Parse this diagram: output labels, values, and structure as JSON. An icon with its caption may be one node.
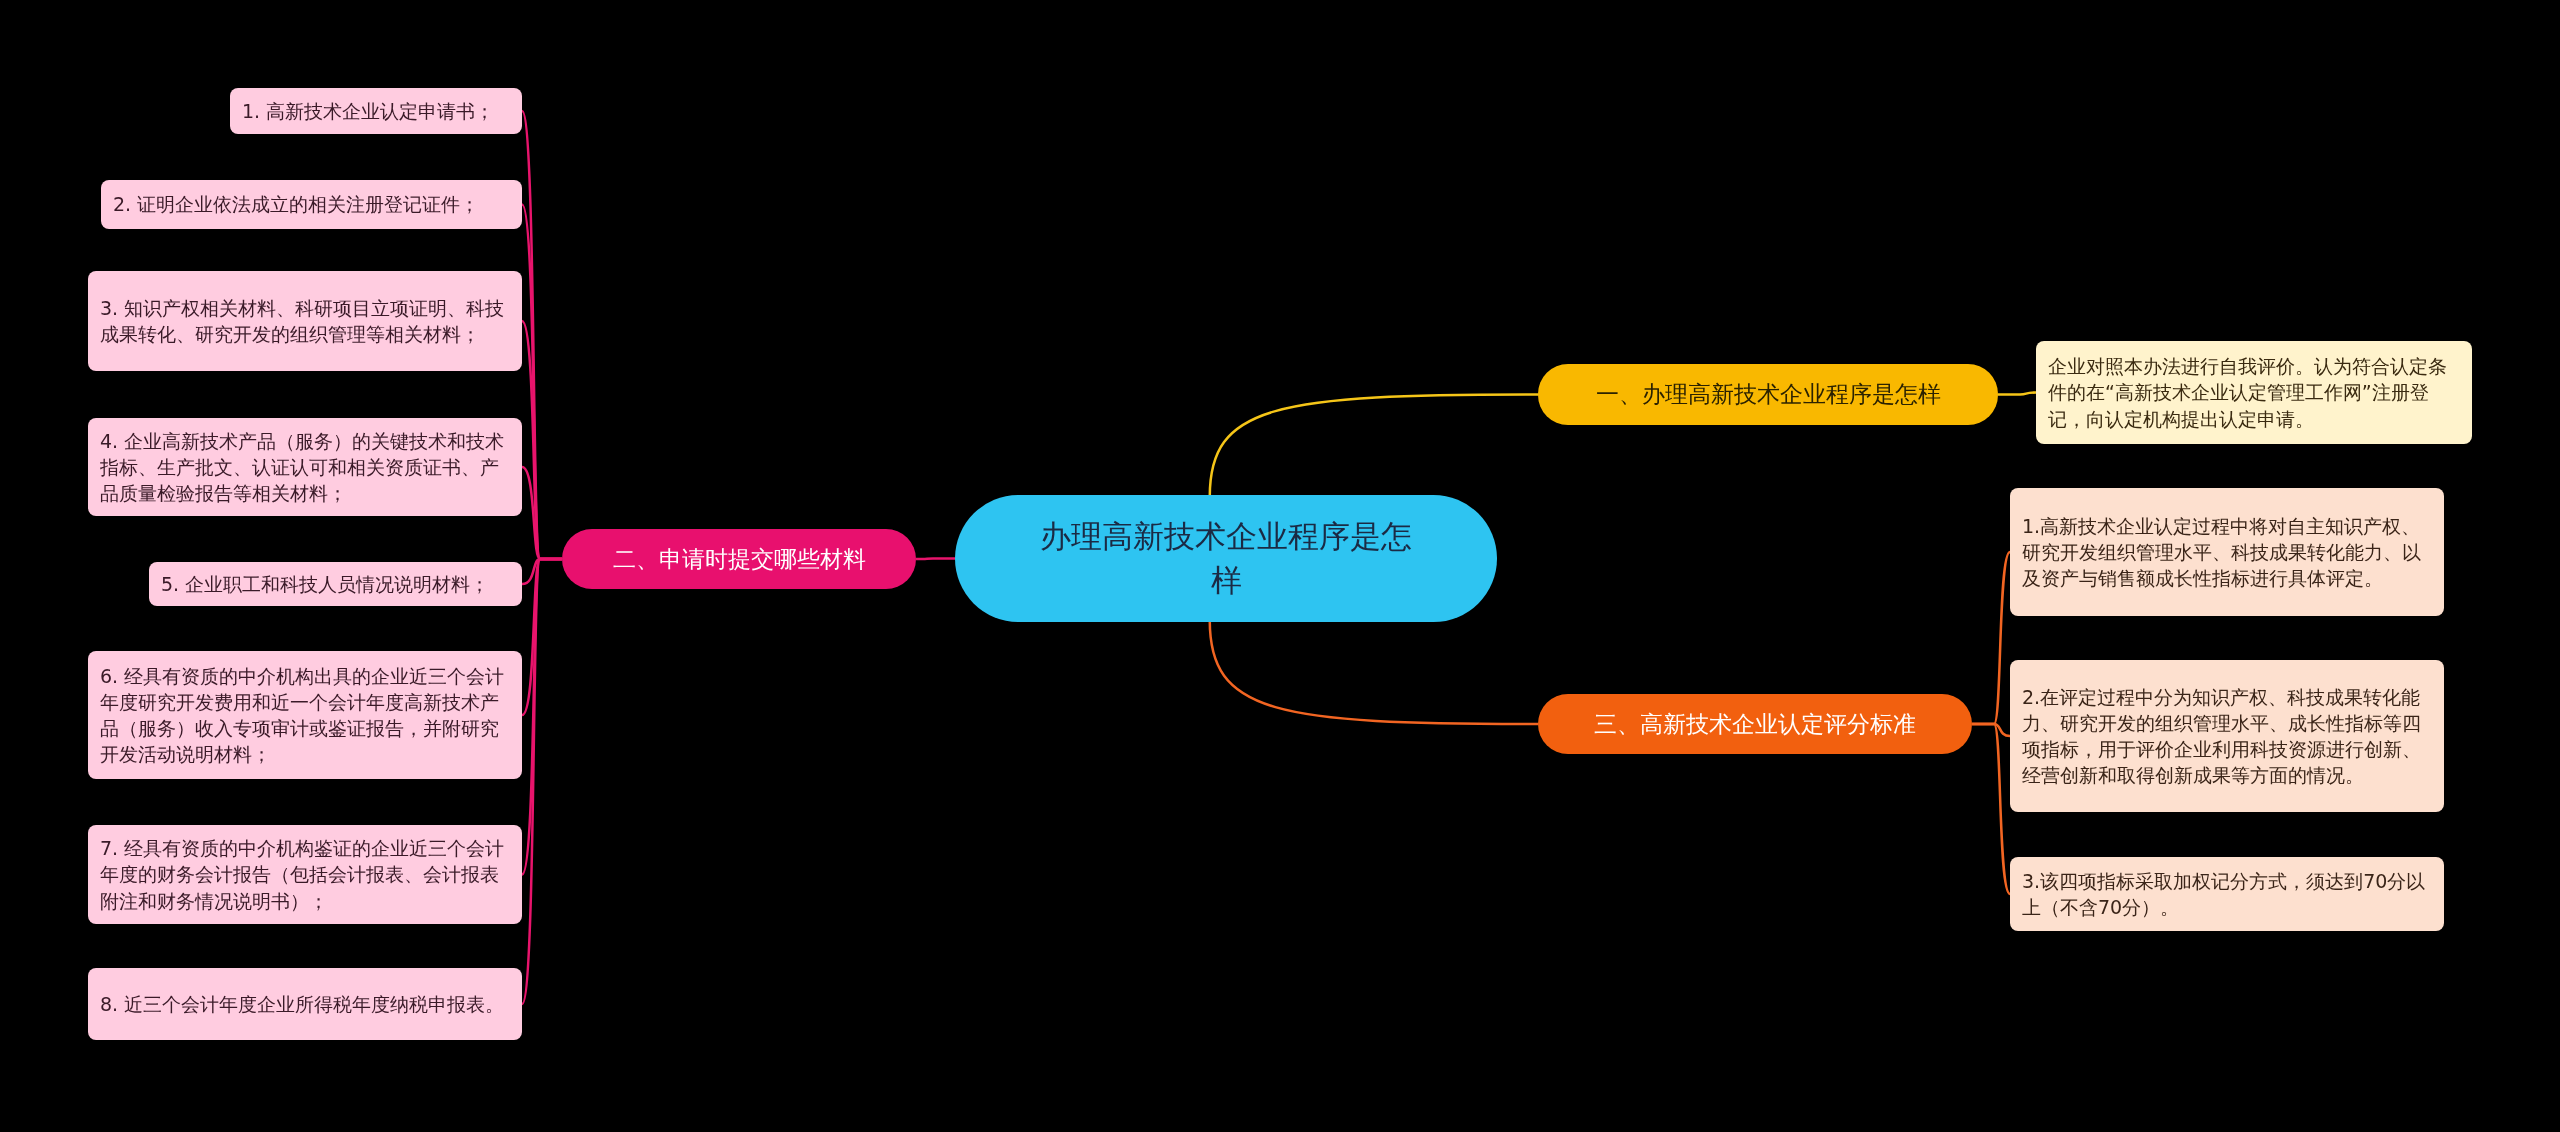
{
  "diagram": {
    "nodes": [
      {
        "text": [
          "办理高新技术企业程序是怎样"
        ]
      },
      {
        "text": [
          "一、办理高新技术企业程序是怎样"
        ]
      },
      {
        "text": [
          "企业对照本办法进行自我评价。认为符合认定条件的在“高新技术企业认定管理工作网”注册登记，向认定机构提出认定申请。"
        ]
      },
      {
        "text": [
          "二、申请时提交哪些材料"
        ]
      },
      {
        "text": [
          "1. 高新技术企业认定申请书；"
        ]
      },
      {
        "text": [
          "2. 证明企业依法成立的相关注册登记证件；"
        ]
      },
      {
        "text": [
          "3. 知识产权相关材料、科研项目立项证明、科技成果转化、研究开发的组织管理等相关材料；"
        ]
      },
      {
        "text": [
          "4. 企业高新技术产品（服务）的关键技术和技术指标、生产批文、认证认可和相关资质证书、产品质量检验报告等相关材料；"
        ]
      },
      {
        "text": [
          "5. 企业职工和科技人员情况说明材料；"
        ]
      },
      {
        "text": [
          "6. 经具有资质的中介机构出具的企业近三个会计年度研究开发费用和近一个会计年度高新技术产品（服务）收入专项审计或鉴证报告，并附研究开发活动说明材料；"
        ]
      },
      {
        "text": [
          "7. 经具有资质的中介机构鉴证的企业近三个会计年度的财务会计报告（包括会计报表、会计报表附注和财务情况说明书）；"
        ]
      },
      {
        "text": [
          "8. 近三个会计年度企业所得税年度纳税申报表。"
        ]
      },
      {
        "text": [
          "三、高新技术企业认定评分标准"
        ]
      },
      {
        "text": [
          "1.高新技术企业认定过程中将对自主知识产权、研究开发组织管理水平、科技成果转化能力、以及资产与销售额成长性指标进行具体评定。"
        ]
      },
      {
        "text": [
          "2.在评定过程中分为知识产权、科技成果转化能力、研究开发的组织管理水平、成长性指标等四项指标，用于评价企业利用科技资源进行创新、经营创新和取得创新成果等方面的情况。"
        ]
      },
      {
        "text": [
          "3.该四项指标采取加权记分方式，须达到70分以上（不含70分）。"
        ]
      }
    ],
    "edges": [
      {
        "from": 0,
        "to": 1,
        "arrow": "none",
        "color": "#f5c518"
      },
      {
        "from": 1,
        "to": 2,
        "arrow": "none",
        "color": "#f5c518"
      },
      {
        "from": 0,
        "to": 3,
        "arrow": "none"
      },
      {
        "from": 3,
        "to": 4,
        "arrow": "none"
      },
      {
        "from": 3,
        "to": 5,
        "arrow": "none"
      },
      {
        "from": 3,
        "to": 6,
        "arrow": "none"
      },
      {
        "from": 3,
        "to": 7,
        "arrow": "none"
      },
      {
        "from": 3,
        "to": 8,
        "arrow": "none"
      },
      {
        "from": 3,
        "to": 9,
        "arrow": "none"
      },
      {
        "from": 3,
        "to": 10,
        "arrow": "none"
      },
      {
        "from": 3,
        "to": 11,
        "arrow": "none"
      },
      {
        "from": 0,
        "to": 12,
        "arrow": "none",
        "color": "#f26522"
      },
      {
        "from": 12,
        "to": 13,
        "arrow": "none",
        "color": "#f26522"
      },
      {
        "from": 12,
        "to": 14,
        "arrow": "none",
        "color": "#f26522"
      },
      {
        "from": 12,
        "to": 15,
        "arrow": "none",
        "color": "#f26522"
      }
    ]
  }
}
